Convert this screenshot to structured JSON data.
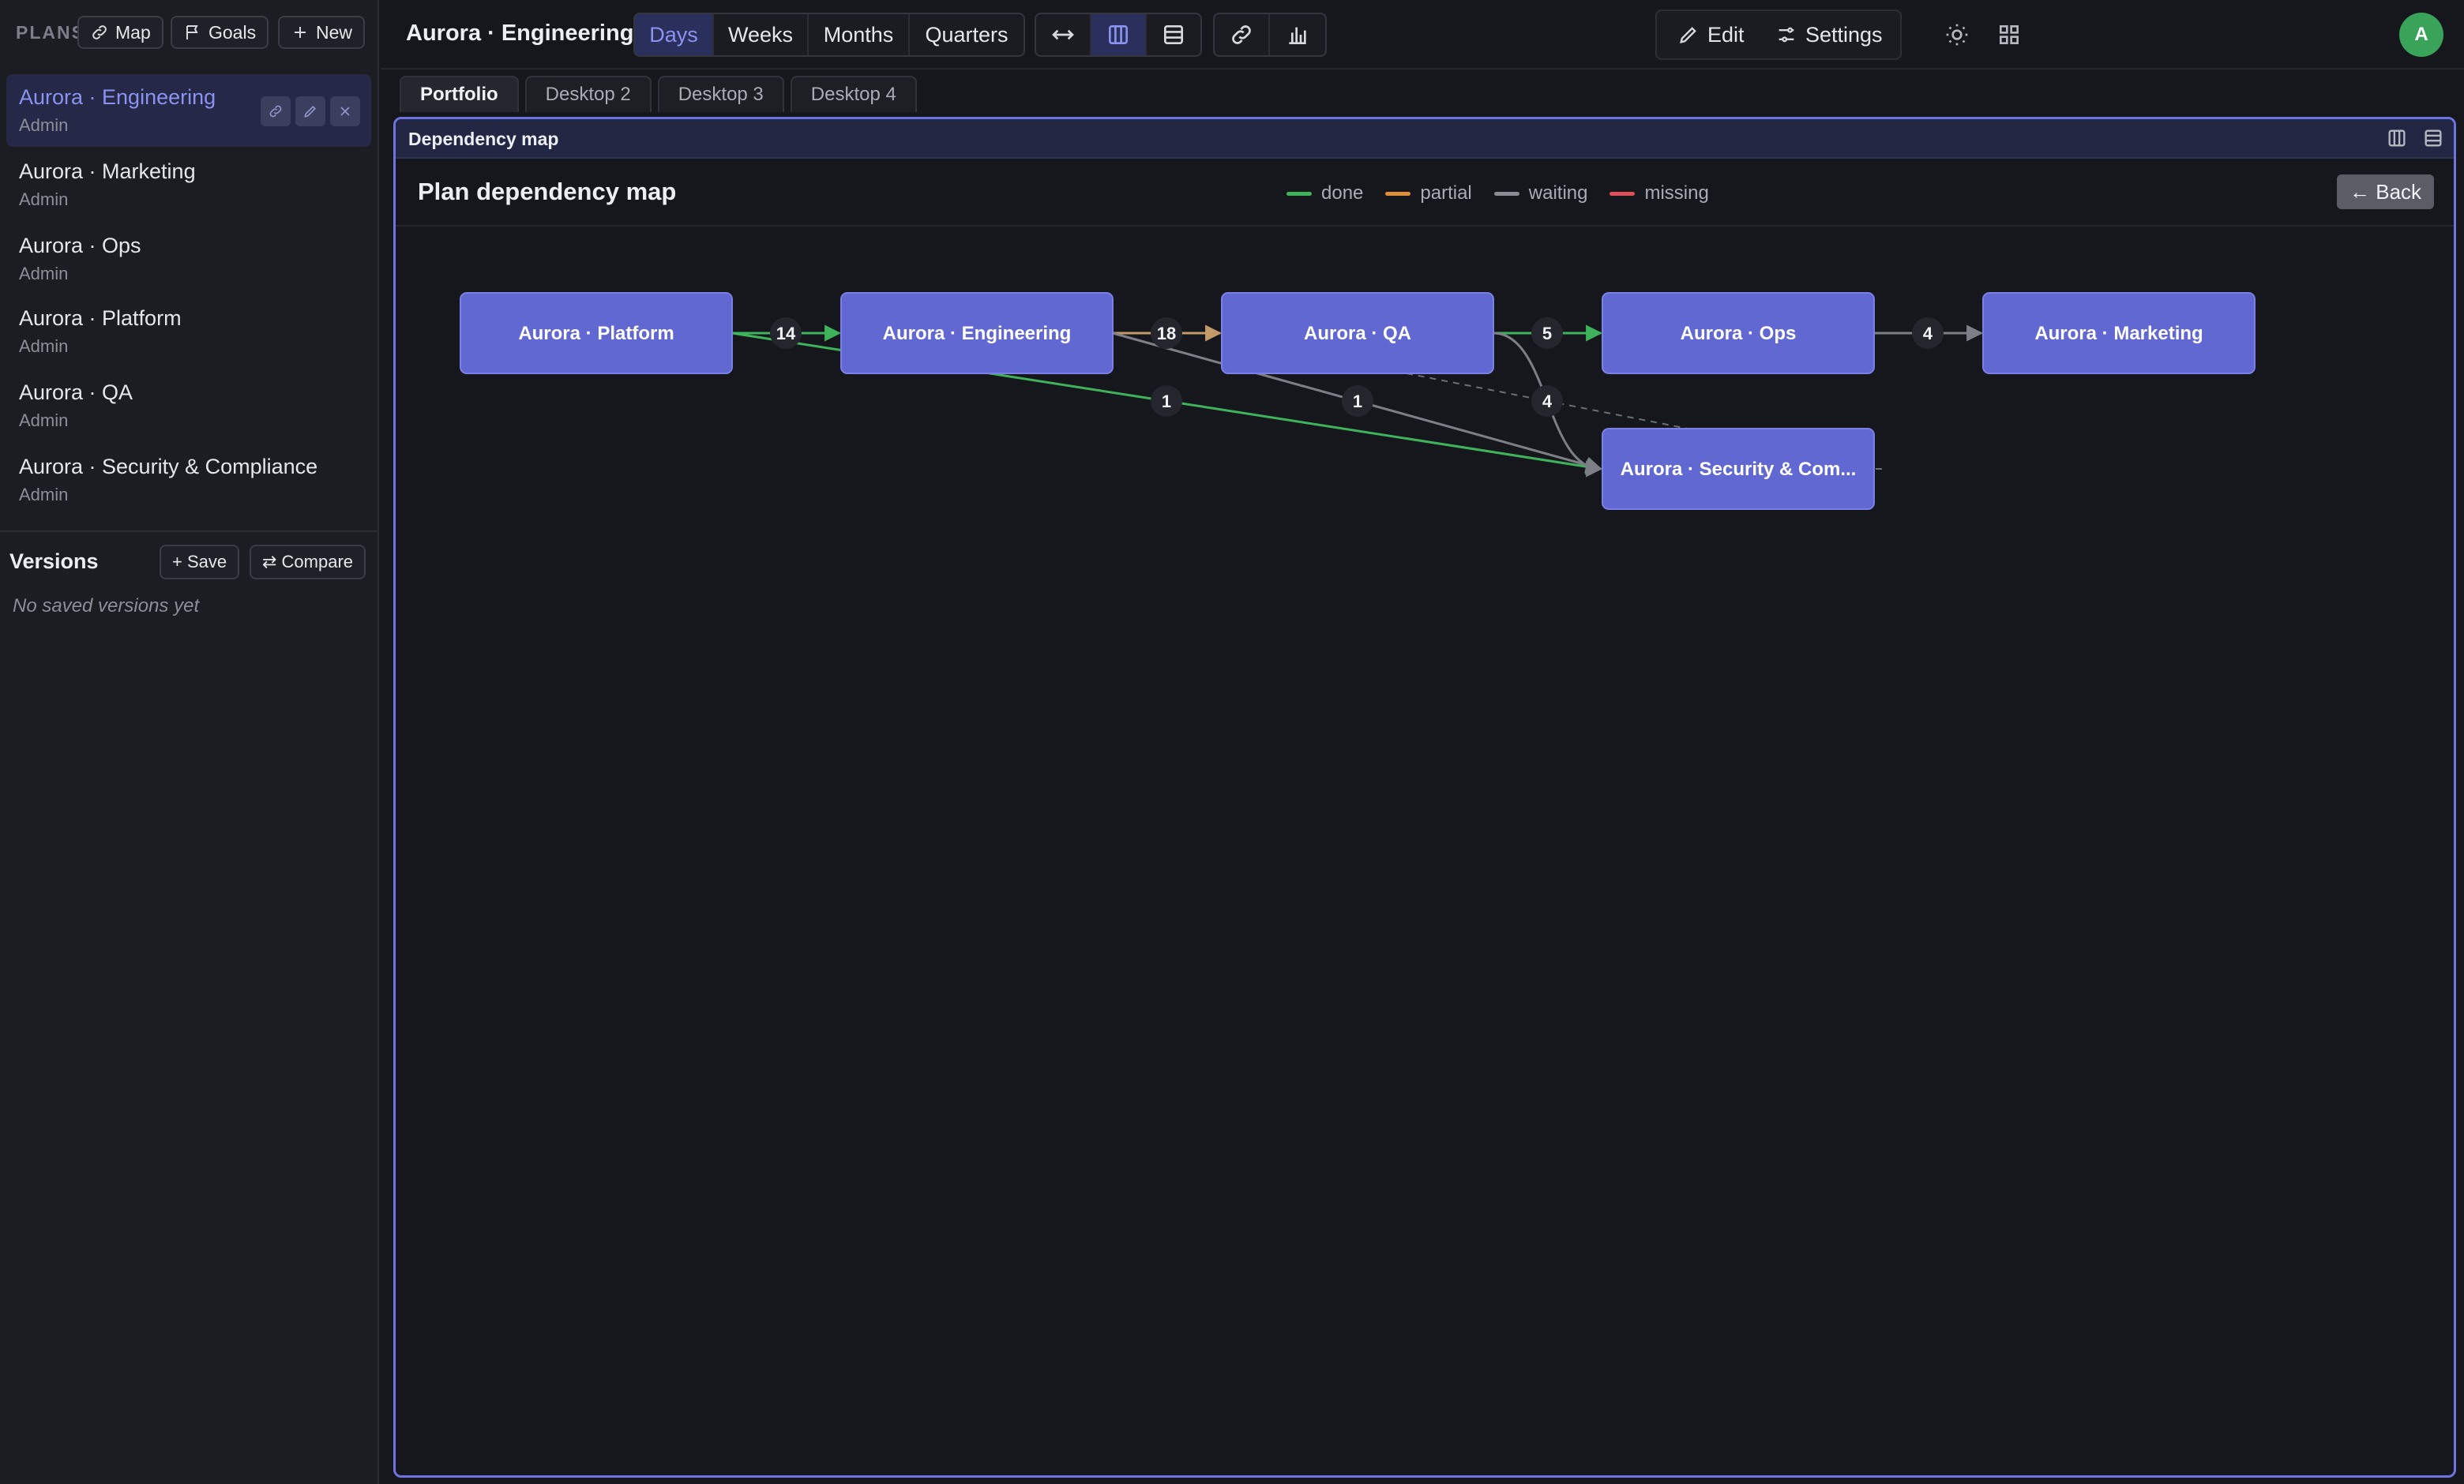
{
  "sidebar": {
    "plans_label": "PLANS",
    "map_btn": "Map",
    "goals_btn": "Goals",
    "new_btn": "New",
    "plans": [
      {
        "name": "Aurora · Engineering",
        "role": "Admin",
        "active": true
      },
      {
        "name": "Aurora · Marketing",
        "role": "Admin"
      },
      {
        "name": "Aurora · Ops",
        "role": "Admin"
      },
      {
        "name": "Aurora · Platform",
        "role": "Admin"
      },
      {
        "name": "Aurora · QA",
        "role": "Admin"
      },
      {
        "name": "Aurora · Security & Compliance",
        "role": "Admin"
      }
    ],
    "versions": {
      "title": "Versions",
      "save_btn": "+ Save",
      "compare_btn": "⇄ Compare",
      "empty": "No saved versions yet"
    }
  },
  "topbar": {
    "title": "Aurora · Engineering",
    "scale": [
      "Days",
      "Weeks",
      "Months",
      "Quarters"
    ],
    "scale_selected": "Days",
    "view_icons": [
      "arrows-horizontal-icon",
      "columns-icon",
      "rows-icon"
    ],
    "tool_icons": [
      "link-icon",
      "bar-chart-icon"
    ],
    "edit_btn": "Edit",
    "settings_btn": "Settings",
    "avatar": "A"
  },
  "tabs": [
    "Portfolio",
    "Desktop 2",
    "Desktop 3",
    "Desktop 4"
  ],
  "tab_selected": "Portfolio",
  "panel": {
    "title": "Dependency map",
    "map_title": "Plan dependency map",
    "back_btn": "← Back",
    "legend": [
      {
        "label": "done",
        "color": "#3fb25c"
      },
      {
        "label": "partial",
        "color": "#e0903a"
      },
      {
        "label": "waiting",
        "color": "#8a8c93"
      },
      {
        "label": "missing",
        "color": "#e0505a"
      }
    ]
  },
  "graph": {
    "nodes": [
      {
        "id": "platform",
        "label": "Aurora · Platform"
      },
      {
        "id": "engineering",
        "label": "Aurora · Engineering"
      },
      {
        "id": "qa",
        "label": "Aurora · QA"
      },
      {
        "id": "ops",
        "label": "Aurora · Ops"
      },
      {
        "id": "marketing",
        "label": "Aurora · Marketing"
      },
      {
        "id": "security",
        "label": "Aurora · Security & Com..."
      }
    ],
    "edges": [
      {
        "from": "platform",
        "to": "engineering",
        "count": "14",
        "status": "done"
      },
      {
        "from": "engineering",
        "to": "qa",
        "count": "18",
        "status": "partial"
      },
      {
        "from": "qa",
        "to": "ops",
        "count": "5",
        "status": "done"
      },
      {
        "from": "ops",
        "to": "marketing",
        "count": "4",
        "status": "waiting"
      },
      {
        "from": "platform",
        "to": "security",
        "count": "1",
        "status": "done"
      },
      {
        "from": "engineering",
        "to": "security",
        "count": "1",
        "status": "waiting"
      },
      {
        "from": "qa",
        "to": "security",
        "count": "4",
        "status": "waiting"
      }
    ]
  }
}
